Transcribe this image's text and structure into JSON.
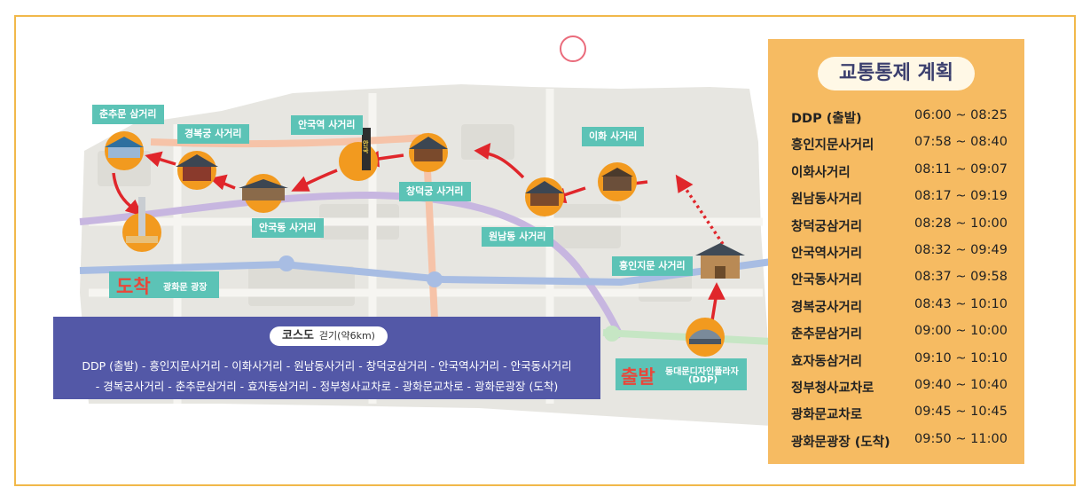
{
  "map": {
    "labels": {
      "chunchumun": "춘추문 삼거리",
      "gyeongbokgung": "경복궁 사거리",
      "anguk_station": "안국역 사거리",
      "changdeokgung": "창덕궁 사거리",
      "ihwa": "이화 사거리",
      "wonnamdong": "원남동 사거리",
      "heunginjimun": "흥인지문 사거리",
      "angukdong": "안국동 사거리"
    },
    "arrival": {
      "big": "도착",
      "place": "광화문 광장"
    },
    "departure": {
      "big": "출발",
      "place_line1": "동대문디자인플라자",
      "place_line2": "(DDP)"
    },
    "sign_text": "안국"
  },
  "course": {
    "title": "코스도",
    "subtitle": "걷기(약6km)",
    "line1": "DDP (출발) - 흥인지문사거리 - 이화사거리 - 원남동사거리 - 창덕궁삼거리 - 안국역사거리 - 안국동사거리",
    "line2": "- 경복궁사거리 - 춘추문삼거리 - 효자동삼거리 - 정부청사교차로 - 광화문교차로 - 광화문광장 (도착)"
  },
  "schedule": {
    "title": "교통통제 계획",
    "rows": [
      {
        "name": "DDP (출발)",
        "time": "06:00 ~ 08:25"
      },
      {
        "name": "흥인지문사거리",
        "time": "07:58 ~ 08:40"
      },
      {
        "name": "이화사거리",
        "time": "08:11 ~ 09:07"
      },
      {
        "name": "원남동사거리",
        "time": "08:17 ~ 09:19"
      },
      {
        "name": "창덕궁삼거리",
        "time": "08:28 ~ 10:00"
      },
      {
        "name": "안국역사거리",
        "time": "08:32 ~ 09:49"
      },
      {
        "name": "안국동사거리",
        "time": "08:37 ~ 09:58"
      },
      {
        "name": "경복궁사거리",
        "time": "08:43 ~ 10:10"
      },
      {
        "name": "춘추문삼거리",
        "time": "09:00 ~ 10:00"
      },
      {
        "name": "효자동삼거리",
        "time": "09:10 ~ 10:10"
      },
      {
        "name": "정부청사교차로",
        "time": "09:40 ~ 10:40"
      },
      {
        "name": "광화문교차로",
        "time": "09:45 ~ 10:45"
      },
      {
        "name": "광화문광장 (도착)",
        "time": "09:50 ~ 11:00"
      }
    ]
  },
  "colors": {
    "frame": "#f1b84a",
    "schedule_bg": "#f6bb62",
    "label_teal": "#5cc3b6",
    "course_bg": "#5358a7",
    "route_red": "#e0262b",
    "marker_orange": "#f29a1f"
  }
}
